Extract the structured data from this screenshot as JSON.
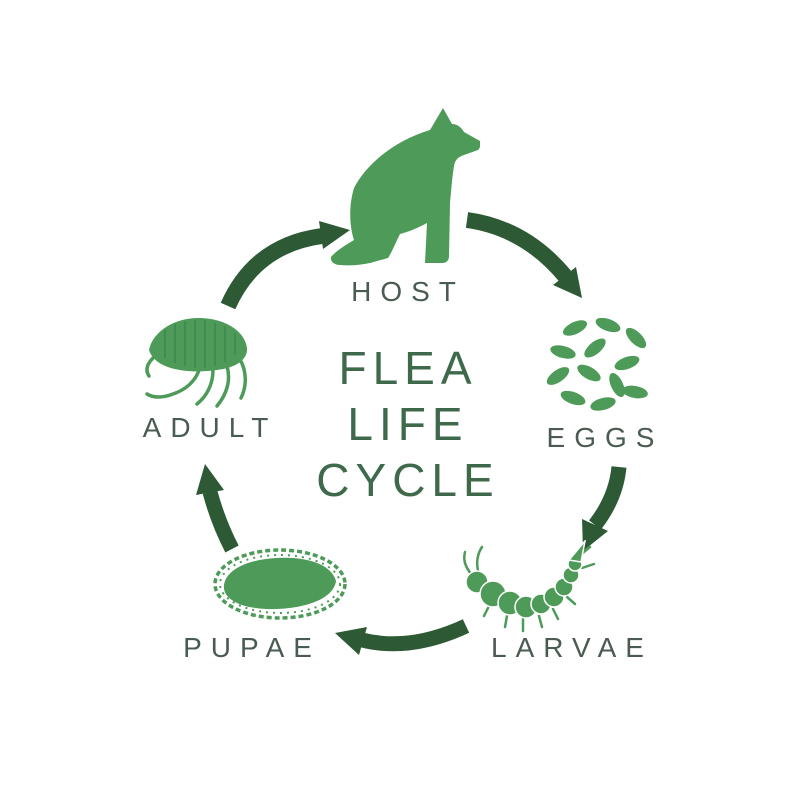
{
  "diagram": {
    "title_lines": [
      "FLEA",
      "LIFE",
      "CYCLE"
    ],
    "stages": [
      {
        "name": "host",
        "label": "HOST",
        "icon": "dog-icon"
      },
      {
        "name": "eggs",
        "label": "EGGS",
        "icon": "eggs-icon"
      },
      {
        "name": "larvae",
        "label": "LARVAE",
        "icon": "larva-icon"
      },
      {
        "name": "pupae",
        "label": "PUPAE",
        "icon": "cocoon-icon"
      },
      {
        "name": "adult",
        "label": "ADULT",
        "icon": "flea-icon"
      }
    ],
    "arrows": [
      {
        "from": "host",
        "to": "eggs"
      },
      {
        "from": "eggs",
        "to": "larvae"
      },
      {
        "from": "larvae",
        "to": "pupae"
      },
      {
        "from": "pupae",
        "to": "adult"
      },
      {
        "from": "adult",
        "to": "host"
      }
    ]
  },
  "colors": {
    "icon_green": "#4e9b59",
    "arrow_green": "#2d5a35",
    "label_color": "#4a5c51",
    "title_color": "#3e6a4b",
    "background": "#ffffff"
  }
}
